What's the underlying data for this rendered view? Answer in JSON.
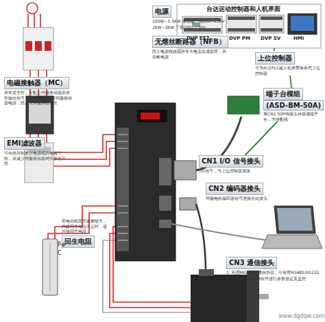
{
  "diagram": {
    "nodes": [
      {
        "text": [
          "电源",
          "100W~1.5KW 单相或三相200~230V",
          "2KW~3KW 三相200~230V"
        ]
      },
      {
        "text": [
          "无熔丝断路器（NFB）",
          "防止电源线路因异常大电流造成损坏，并切断电源"
        ]
      },
      {
        "text": [
          "台达运动控制器和人机界面"
        ]
      },
      {
        "text": [
          "DVP ES2"
        ],
        "in": 2
      },
      {
        "text": [
          "DVP PM"
        ],
        "in": 2
      },
      {
        "text": [
          "DVP SV"
        ],
        "in": 2
      },
      {
        "text": [
          "HMI"
        ],
        "in": 2
      },
      {
        "text": [
          "上位控制器",
          "可为台达PLC或人机界面等各式上位控制器"
        ]
      },
      {
        "text": [
          "电磁接触器（MC）",
          "异常发生时，可配合伺服驱动器的异常输出信号（ALARM）切断伺服驱动器电源，防止火灾或事故发生"
        ]
      },
      {
        "text": [
          "端子台模组",
          "(ASD-BM-50A)",
          "将CN1 50PIN接头转接成端子台，方便配线"
        ]
      },
      {
        "text": [
          "EMI滤波器",
          "可有效抑制来自电源线的电磁干扰，并减少伺服驱动器对外界的干扰"
        ]
      },
      {
        "text": [
          "CN1 I/O 信号接头",
          "I/O信号，与上位控制器连接"
        ]
      },
      {
        "text": [
          "CN2 编码器接头",
          "伺服电机编码器信号连接至此接头"
        ]
      },
      {
        "text": [
          "回生电阻",
          "若电动机回生能量较大，内建回生电阻不足时，请外接回生电阻"
        ]
      },
      {
        "text": [
          "CN3 通信接头",
          "1. 利用MODBUS通信协议，可使用RS485/RS232",
          "2. 利用ASDA-Soft软件进行参数设定及监控"
        ]
      }
    ],
    "edges": [
      {
        "from": 7,
        "to": 9,
        "arrow": "none"
      },
      {
        "from": 9,
        "to": 11,
        "arrow": "none"
      }
    ],
    "labels": [
      "P⊕",
      "C",
      "www.dgdqw.com"
    ]
  }
}
